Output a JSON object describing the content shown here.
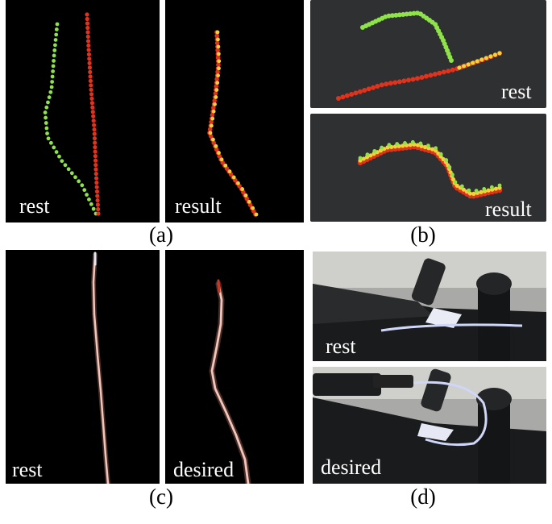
{
  "panels": {
    "a": {
      "caption": "(a)",
      "left_label": "rest",
      "right_label": "result"
    },
    "b": {
      "caption": "(b)",
      "top_label": "rest",
      "bottom_label": "result"
    },
    "c": {
      "caption": "(c)",
      "left_label": "rest",
      "right_label": "desired"
    },
    "d": {
      "caption": "(d)",
      "top_label": "rest",
      "bottom_label": "desired"
    }
  },
  "colors": {
    "green_marker": "#8fe24a",
    "red_marker": "#e0321c",
    "yellow_marker": "#f2d23a",
    "rope_pink": "#e9b7a8",
    "black_bg": "#000000",
    "gray_bg": "#2e3031"
  }
}
